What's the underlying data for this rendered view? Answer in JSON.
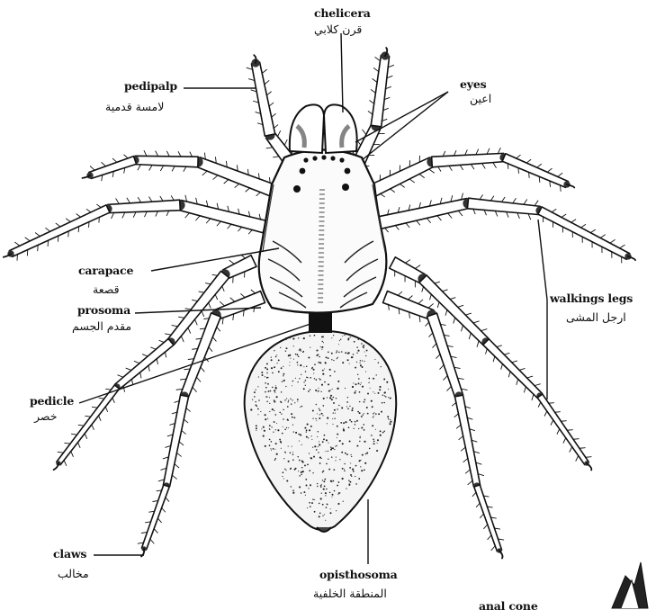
{
  "labels": {
    "chelicera": {
      "en": "chelicera",
      "ar": "قرن كلابي"
    },
    "pedipalp": {
      "en": "pedipalp",
      "ar": "لامسة قدمية"
    },
    "eyes": {
      "en": "eyes",
      "ar": "اعين"
    },
    "carapace": {
      "en": "carapace",
      "ar": "قصعة"
    },
    "prosoma": {
      "en": "prosoma",
      "ar": "مقدم الجسم"
    },
    "walking_legs": {
      "en": "walkings legs",
      "ar": "ارجل المشى"
    },
    "pedicle": {
      "en": "pedicle",
      "ar": "خصر"
    },
    "claws": {
      "en": "claws",
      "ar": "مخالب"
    },
    "opisthosoma": {
      "en": "opisthosoma",
      "ar": "المنطقة الخلفية"
    },
    "spinnerets": {
      "en": "anal cone"
    }
  },
  "colors": {
    "ink": "#111111",
    "paper": "#ffffff",
    "shade": "#777777"
  }
}
